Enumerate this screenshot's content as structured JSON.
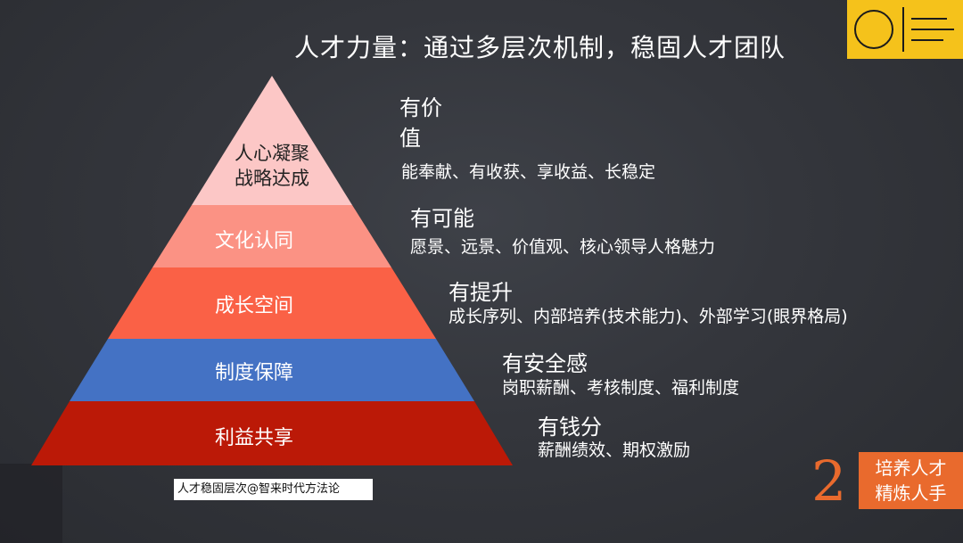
{
  "title": "人才力量：通过多层次机制，稳固人才团队",
  "pyramid": {
    "tiers": [
      {
        "label_line1": "人心凝聚",
        "label_line2": "战略达成",
        "color": "#fcc7c6"
      },
      {
        "label": "文化认同",
        "color": "#fb9284"
      },
      {
        "label": "成长空间",
        "color": "#fa6146"
      },
      {
        "label": "制度保障",
        "color": "#4472c4"
      },
      {
        "label": "利益共享",
        "color": "#bb1907"
      }
    ]
  },
  "descriptions": [
    {
      "title_line1": "有价",
      "title_line2": "值",
      "text": "能奉献、有收获、享收益、长稳定"
    },
    {
      "title": "有可能",
      "text": "愿景、远景、价值观、核心领导人格魅力"
    },
    {
      "title": "有提升",
      "text": "成长序列、内部培养(技术能力)、外部学习(眼界格局)"
    },
    {
      "title": "有安全感",
      "text": "岗职薪酬、考核制度、福利制度"
    },
    {
      "title": "有钱分",
      "text": "薪酬绩效、期权激励"
    }
  ],
  "caption": "人才稳固层次@智来时代方法论",
  "badge": {
    "number": "2",
    "line1": "培养人才",
    "line2": "精炼人手",
    "color": "#e96a2d"
  },
  "logo": {
    "color": "#f5c21b"
  }
}
